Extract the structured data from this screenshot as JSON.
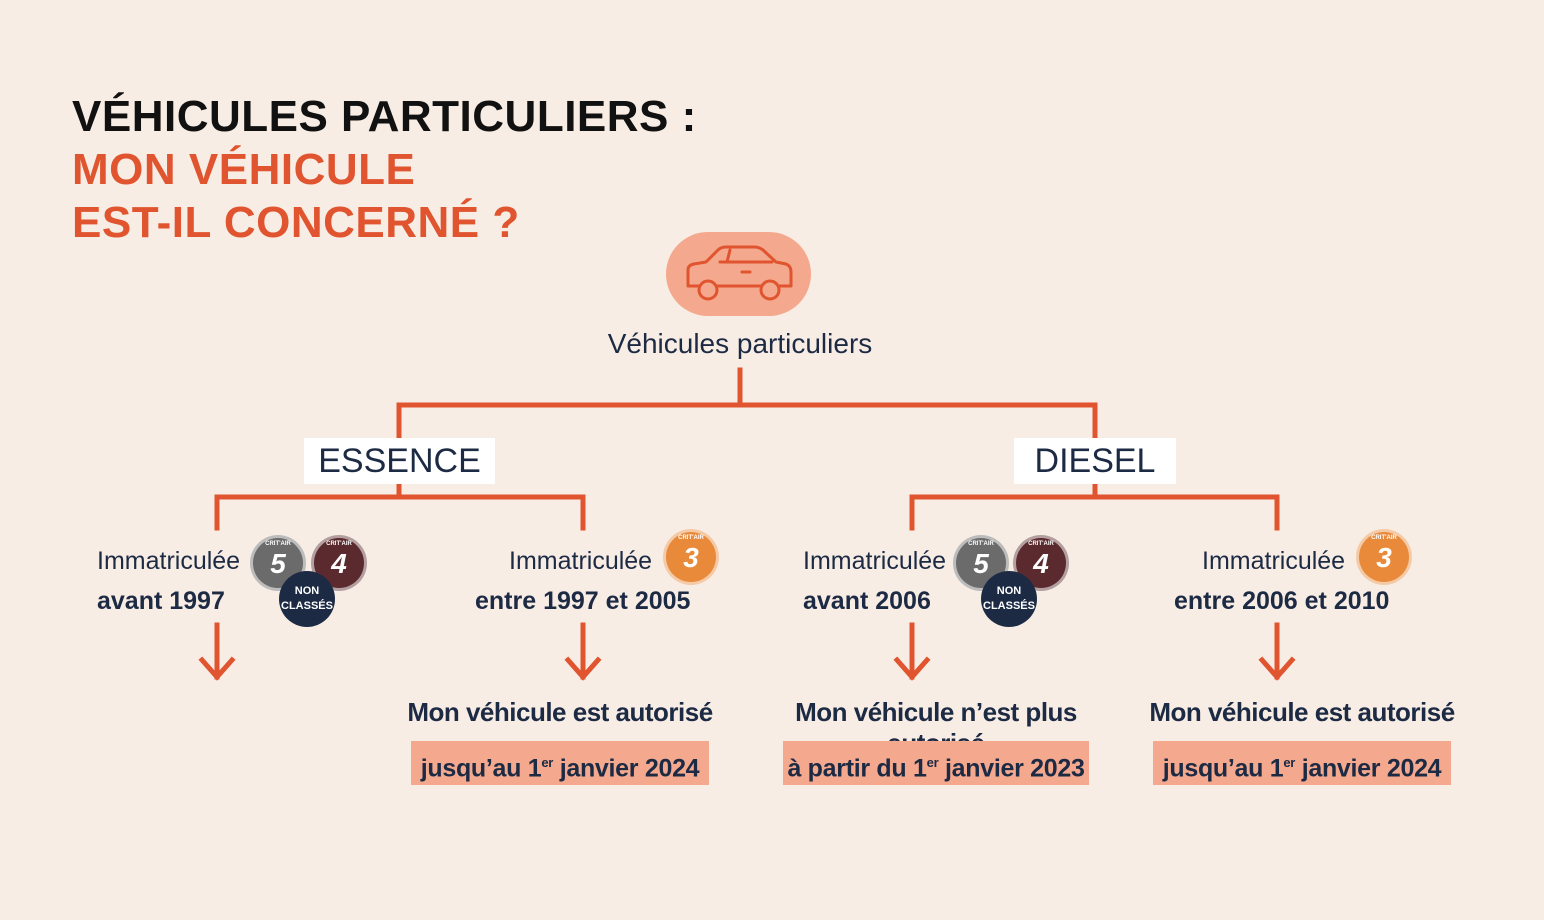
{
  "title": {
    "line1": "VÉHICULES PARTICULIERS :",
    "line2": "MON VÉHICULE",
    "line3": "EST-IL CONCERNÉ ?"
  },
  "root": {
    "label": "Véhicules particuliers",
    "icon": "car-icon"
  },
  "colors": {
    "accent": "#e0552f",
    "badge_bg": "#f4a88d",
    "text_dark": "#1c2a44",
    "background": "#f8ede4"
  },
  "branches": {
    "essence": {
      "label": "ESSENCE",
      "left": {
        "line1": "Immatriculée",
        "line2": "avant 1997",
        "badges": {
          "crit5": "5",
          "crit4": "4",
          "crit_small": "CRIT'AIR",
          "nonclasses": "NON CLASSÉS"
        }
      },
      "right": {
        "line1": "Immatriculée",
        "line2": "entre 1997 et 2005",
        "badges": {
          "crit3": "3",
          "crit_small": "CRIT'AIR"
        },
        "result": "Mon véhicule est autorisé",
        "date_prefix": "jusqu’au 1",
        "date_sup": "er",
        "date_suffix": " janvier 2024"
      }
    },
    "diesel": {
      "label": "DIESEL",
      "left": {
        "line1": "Immatriculée",
        "line2": "avant 2006",
        "badges": {
          "crit5": "5",
          "crit4": "4",
          "crit_small": "CRIT'AIR",
          "nonclasses": "NON CLASSÉS"
        },
        "result": "Mon véhicule n’est plus autorisé",
        "date_prefix": "à partir du 1",
        "date_sup": "er",
        "date_suffix": " janvier 2023"
      },
      "right": {
        "line1": "Immatriculée",
        "line2": "entre 2006 et 2010",
        "badges": {
          "crit3": "3",
          "crit_small": "CRIT'AIR"
        },
        "result": "Mon véhicule est autorisé",
        "date_prefix": "jusqu’au 1",
        "date_sup": "er",
        "date_suffix": " janvier 2024"
      }
    }
  }
}
